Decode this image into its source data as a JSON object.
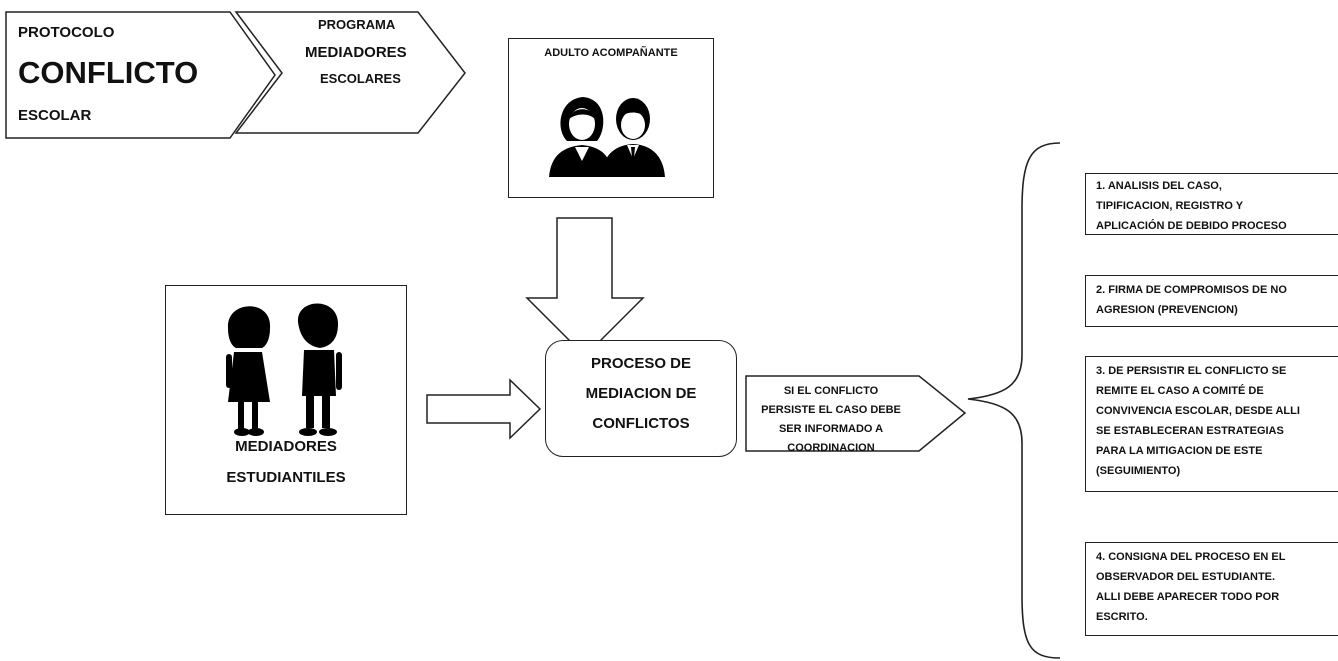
{
  "protocolo": {
    "line1": "PROTOCOLO",
    "line2": "CONFLICTO",
    "line3": "ESCOLAR"
  },
  "programa": {
    "line1": "PROGRAMA",
    "line2": "MEDIADORES",
    "line3": "ESCOLARES"
  },
  "adulto": {
    "title": "ADULTO ACOMPAÑANTE"
  },
  "mediadores": {
    "line1": "MEDIADORES",
    "line2": "ESTUDIANTILES"
  },
  "proceso": {
    "line1": "PROCESO DE",
    "line2": "MEDIACION DE",
    "line3": "CONFLICTOS"
  },
  "informe": {
    "line1": "SI EL CONFLICTO",
    "line2": "PERSISTE EL CASO DEBE",
    "line3": "SER INFORMADO A",
    "line4": "COORDINACION"
  },
  "steps": [
    "1. ANALISIS DEL CASO,\nTIPIFICACION, REGISTRO Y\nAPLICACIÓN DE DEBIDO PROCESO",
    "2. FIRMA DE COMPROMISOS DE NO\nAGRESION (PREVENCION)",
    "3. DE PERSISTIR EL CONFLICTO SE\nREMITE EL CASO A COMITÉ DE\nCONVIVENCIA ESCOLAR, DESDE ALLI\nSE ESTABLECERAN ESTRATEGIAS\nPARA LA MITIGACION DE ESTE\n(SEGUIMIENTO)",
    "4. CONSIGNA DEL PROCESO EN EL\nOBSERVADOR DEL ESTUDIANTE.\nALLI DEBE APARECER TODO POR\nESCRITO."
  ]
}
